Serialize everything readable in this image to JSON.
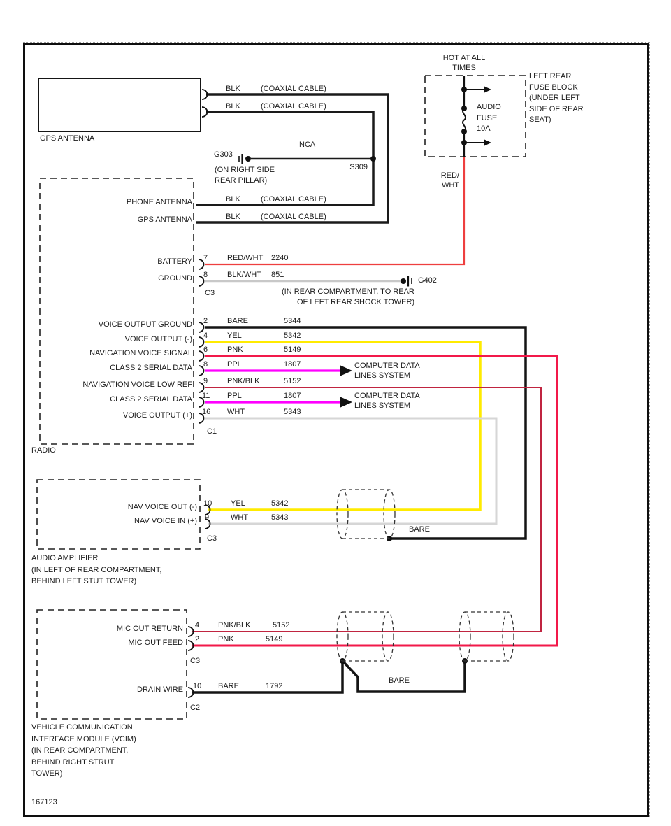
{
  "colors": {
    "line": "#1a1a1a",
    "red_wht": "#ee3f3f",
    "blk_wht": "#c8c8c8",
    "bare": "#141414",
    "yel": "#ffeb00",
    "pnk": "#f2194a",
    "ppl": "#ff00ff",
    "pnk_blk": "#c02440",
    "wht": "#d6d6d6"
  },
  "page": {
    "figure_number": "167123"
  },
  "fuse_block": {
    "feed_label": "HOT AT ALL\nTIMES",
    "fuse_name": "AUDIO\nFUSE\n10A",
    "location": "LEFT REAR\nFUSE BLOCK\n(UNDER LEFT\nSIDE OF REAR\nSEAT)",
    "output_color": "RED/\nWHT"
  },
  "gps_antenna": {
    "label": "GPS ANTENNA",
    "wire1": {
      "code": "BLK",
      "note": "(COAXIAL CABLE)"
    },
    "wire2": {
      "code": "BLK",
      "note": "(COAXIAL CABLE)"
    }
  },
  "g303": {
    "id": "G303",
    "location1": "(ON RIGHT SIDE",
    "location2": "REAR PILLAR)",
    "wire_label": "NCA"
  },
  "s309": {
    "id": "S309"
  },
  "g402": {
    "id": "G402",
    "location1": "(IN REAR COMPARTMENT, TO REAR",
    "location2": "OF LEFT REAR SHOCK TOWER)"
  },
  "radio": {
    "label": "RADIO",
    "ant1": {
      "function": "PHONE ANTENNA",
      "code": "BLK",
      "note": "(COAXIAL CABLE)"
    },
    "ant2": {
      "function": "GPS ANTENNA",
      "code": "BLK",
      "note": "(COAXIAL CABLE)"
    },
    "pins": [
      {
        "pin": "7",
        "code": "RED/WHT",
        "circuit": "2240",
        "function": "BATTERY"
      },
      {
        "pin": "8",
        "code": "BLK/WHT",
        "circuit": "851",
        "function": "GROUND"
      },
      {
        "pin": "2",
        "code": "BARE",
        "circuit": "5344",
        "function": "VOICE OUTPUT GROUND"
      },
      {
        "pin": "4",
        "code": "YEL",
        "circuit": "5342",
        "function": "VOICE OUTPUT (-)"
      },
      {
        "pin": "6",
        "code": "PNK",
        "circuit": "5149",
        "function": "NAVIGATION VOICE SIGNAL"
      },
      {
        "pin": "8",
        "code": "PPL",
        "circuit": "1807",
        "function": "CLASS 2 SERIAL DATA"
      },
      {
        "pin": "9",
        "code": "PNK/BLK",
        "circuit": "5152",
        "function": "NAVIGATION VOICE LOW REF"
      },
      {
        "pin": "11",
        "code": "PPL",
        "circuit": "1807",
        "function": "CLASS 2 SERIAL DATA"
      },
      {
        "pin": "16",
        "code": "WHT",
        "circuit": "5343",
        "function": "VOICE OUTPUT (+)"
      }
    ],
    "connector_top": "C3",
    "connector_bottom": "C1",
    "data_note1": "COMPUTER DATA\nLINES SYSTEM",
    "data_note2": "COMPUTER DATA\nLINES SYSTEM"
  },
  "amplifier": {
    "label": "AUDIO AMPLIFIER\n(IN LEFT OF REAR COMPARTMENT,\nBEHIND LEFT STUT TOWER)",
    "pins": [
      {
        "pin": "10",
        "code": "YEL",
        "circuit": "5342",
        "function": "NAV VOICE OUT (-)"
      },
      {
        "pin": "9",
        "code": "WHT",
        "circuit": "5343",
        "function": "NAV VOICE IN (+)"
      }
    ],
    "connector": "C3",
    "shield_label": "BARE"
  },
  "vcim": {
    "label": "VEHICLE COMMUNICATION\nINTERFACE MODULE (VCIM)\n(IN REAR COMPARTMENT,\nBEHIND RIGHT STRUT\nTOWER)",
    "pins": [
      {
        "pin": "4",
        "code": "PNK/BLK",
        "circuit": "5152",
        "function": "MIC OUT RETURN"
      },
      {
        "pin": "2",
        "code": "PNK",
        "circuit": "5149",
        "function": "MIC OUT FEED"
      },
      {
        "pin": "10",
        "code": "BARE",
        "circuit": "1792",
        "function": "DRAIN WIRE"
      }
    ],
    "connector_top": "C3",
    "connector_bottom": "C2",
    "shield_label": "BARE"
  }
}
